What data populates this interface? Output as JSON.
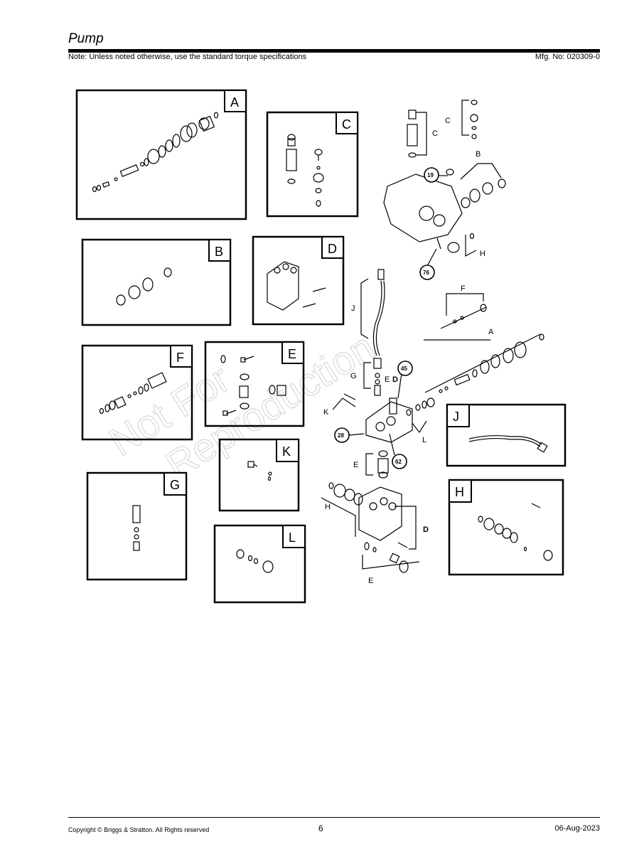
{
  "header": {
    "title": "Pump",
    "note": "Note: Unless noted otherwise, use the standard torque specifications",
    "mfg": "Mfg. No: 020309-0"
  },
  "footer": {
    "copyright": "Copyright ©  Briggs & Stratton. All Rights reserved",
    "page": "6",
    "date": "06-Aug-2023"
  },
  "watermark": {
    "line1": "Not For",
    "line2": "Reproduction"
  },
  "detail_boxes": {
    "A": "A",
    "B": "B",
    "C": "C",
    "D": "D",
    "E": "E",
    "F": "F",
    "G": "G",
    "H": "H",
    "J": "J",
    "K": "K",
    "L": "L"
  },
  "callouts": {
    "c19": "19",
    "c76": "76",
    "c45": "45",
    "c28": "28",
    "c62": "62",
    "lblC1": "C",
    "lblC2": "C",
    "lblB": "B",
    "lblH1": "H",
    "lblF": "F",
    "lblA": "A",
    "lblJ": "J",
    "lblG": "G",
    "lblE1": "E",
    "lblD1": "D",
    "lblK": "K",
    "lblL": "L",
    "lblE2": "E",
    "lblH2": "H",
    "lblD2": "D",
    "lblE3": "E"
  }
}
